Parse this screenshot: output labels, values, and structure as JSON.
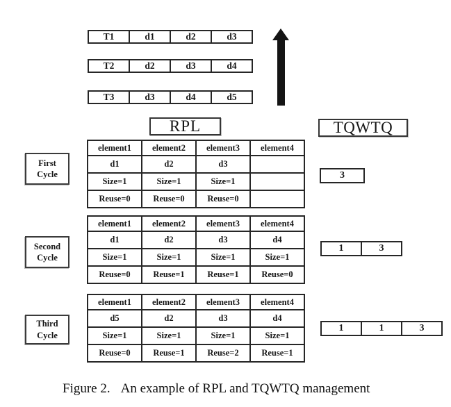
{
  "top_queues": {
    "rows": [
      {
        "label": "T1",
        "cells": [
          "d1",
          "d2",
          "d3"
        ]
      },
      {
        "label": "T2",
        "cells": [
          "d2",
          "d3",
          "d4"
        ]
      },
      {
        "label": "T3",
        "cells": [
          "d3",
          "d4",
          "d5"
        ]
      }
    ]
  },
  "icons": {
    "time_arrow": "up-arrow"
  },
  "headings": {
    "rpl": "RPL",
    "tqwtq": "TQWTQ"
  },
  "cycles": [
    {
      "label_line1": "First",
      "label_line2": "Cycle",
      "table": {
        "headers": [
          "element1",
          "element2",
          "element3",
          "element4"
        ],
        "rows": [
          [
            "d1",
            "d2",
            "d3",
            ""
          ],
          [
            "Size=1",
            "Size=1",
            "Size=1",
            ""
          ],
          [
            "Reuse=0",
            "Reuse=0",
            "Reuse=0",
            ""
          ]
        ]
      },
      "tqwtq_cells": [
        "3"
      ]
    },
    {
      "label_line1": "Second",
      "label_line2": "Cycle",
      "table": {
        "headers": [
          "element1",
          "element2",
          "element3",
          "element4"
        ],
        "rows": [
          [
            "d1",
            "d2",
            "d3",
            "d4"
          ],
          [
            "Size=1",
            "Size=1",
            "Size=1",
            "Size=1"
          ],
          [
            "Reuse=0",
            "Reuse=1",
            "Reuse=1",
            "Reuse=0"
          ]
        ]
      },
      "tqwtq_cells": [
        "1",
        "3"
      ]
    },
    {
      "label_line1": "Third",
      "label_line2": "Cycle",
      "table": {
        "headers": [
          "element1",
          "element2",
          "element3",
          "element4"
        ],
        "rows": [
          [
            "d5",
            "d2",
            "d3",
            "d4"
          ],
          [
            "Size=1",
            "Size=1",
            "Size=1",
            "Size=1"
          ],
          [
            "Reuse=0",
            "Reuse=1",
            "Reuse=2",
            "Reuse=1"
          ]
        ]
      },
      "tqwtq_cells": [
        "1",
        "1",
        "3"
      ]
    }
  ],
  "caption": {
    "label": "Figure 2.",
    "text": "An example of RPL and TQWTQ management"
  },
  "colors": {
    "ink": "#161616",
    "background": "#ffffff"
  }
}
